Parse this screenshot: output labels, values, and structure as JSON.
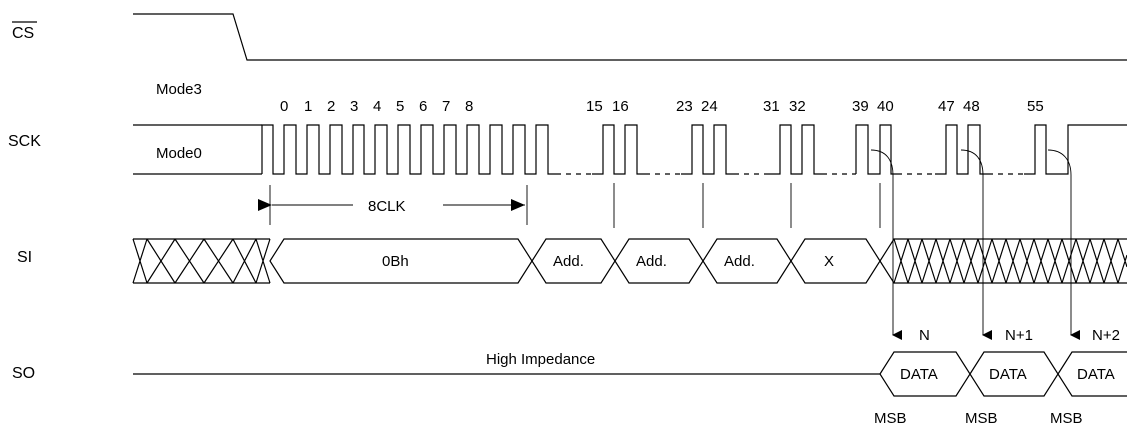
{
  "signals": {
    "cs": "CS",
    "sck": "SCK",
    "si": "SI",
    "so": "SO"
  },
  "modes": {
    "mode3": "Mode3",
    "mode0": "Mode0"
  },
  "clock_numbers": [
    "0",
    "1",
    "2",
    "3",
    "4",
    "5",
    "6",
    "7",
    "8",
    "15",
    "16",
    "23",
    "24",
    "31",
    "32",
    "39",
    "40",
    "47",
    "48",
    "55"
  ],
  "clk_span_label": "8CLK",
  "si_fields": {
    "opcode": "0Bh",
    "addr1": "Add.",
    "addr2": "Add.",
    "addr3": "Add.",
    "dummy": "X"
  },
  "so": {
    "high_z": "High Impedance",
    "data_labels": [
      "DATA",
      "DATA",
      "DATA"
    ],
    "byte_labels": [
      "N",
      "N+1",
      "N+2"
    ],
    "msb_labels": [
      "MSB",
      "MSB",
      "MSB"
    ]
  }
}
